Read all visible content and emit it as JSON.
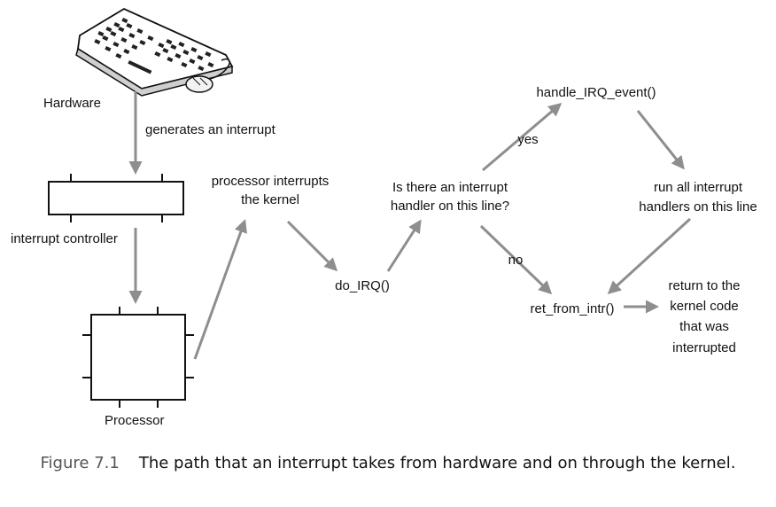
{
  "diagram": {
    "labels": {
      "hardware": "Hardware",
      "generates": "generates an interrupt",
      "interrupt_controller": "interrupt controller",
      "processor": "Processor",
      "processor_interrupts_1": "processor interrupts",
      "processor_interrupts_2": "the kernel",
      "do_irq": "do_IRQ()",
      "question_1": "Is there an interrupt",
      "question_2": "handler on this line?",
      "yes": "yes",
      "no": "no",
      "handle_irq_event": "handle_IRQ_event()",
      "run_all_1": "run all interrupt",
      "run_all_2": "handlers on this line",
      "ret_from_intr": "ret_from_intr()",
      "return_1": "return to  the",
      "return_2": "kernel code",
      "return_3": "that was",
      "return_4": "interrupted"
    },
    "colors": {
      "arrow": "#8e8e8e",
      "text": "#111111",
      "box": "#111111"
    },
    "icons": [
      "keyboard-icon",
      "mouse-icon"
    ]
  },
  "caption": {
    "figure_number": "Figure 7.1",
    "text": "The path that an interrupt takes from hardware and on through the kernel."
  }
}
